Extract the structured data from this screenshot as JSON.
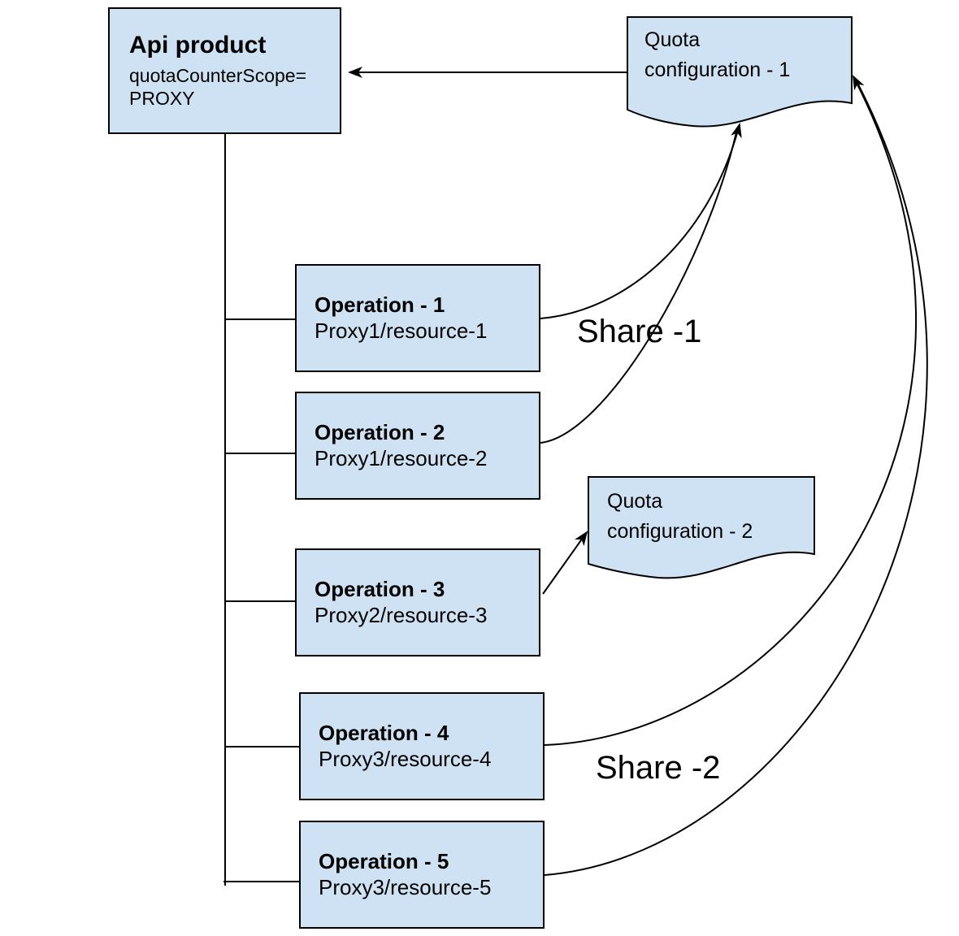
{
  "api_product": {
    "title": "Api product",
    "scope_line": "quotaCounterScope=",
    "scope_value": "PROXY"
  },
  "operations": [
    {
      "title": "Operation - 1",
      "subtitle": "Proxy1/resource-1"
    },
    {
      "title": "Operation - 2",
      "subtitle": "Proxy1/resource-2"
    },
    {
      "title": "Operation - 3",
      "subtitle": "Proxy2/resource-3"
    },
    {
      "title": "Operation - 4",
      "subtitle": "Proxy3/resource-4"
    },
    {
      "title": "Operation - 5",
      "subtitle": "Proxy3/resource-5"
    }
  ],
  "quota_configs": [
    {
      "line1": "Quota",
      "line2": "configuration - 1"
    },
    {
      "line1": "Quota",
      "line2": "configuration - 2"
    }
  ],
  "share_labels": {
    "share1": "Share -1",
    "share2": "Share -2"
  },
  "colors": {
    "shape_fill": "#cfe2f3",
    "line": "#000000",
    "background": "#ffffff"
  }
}
